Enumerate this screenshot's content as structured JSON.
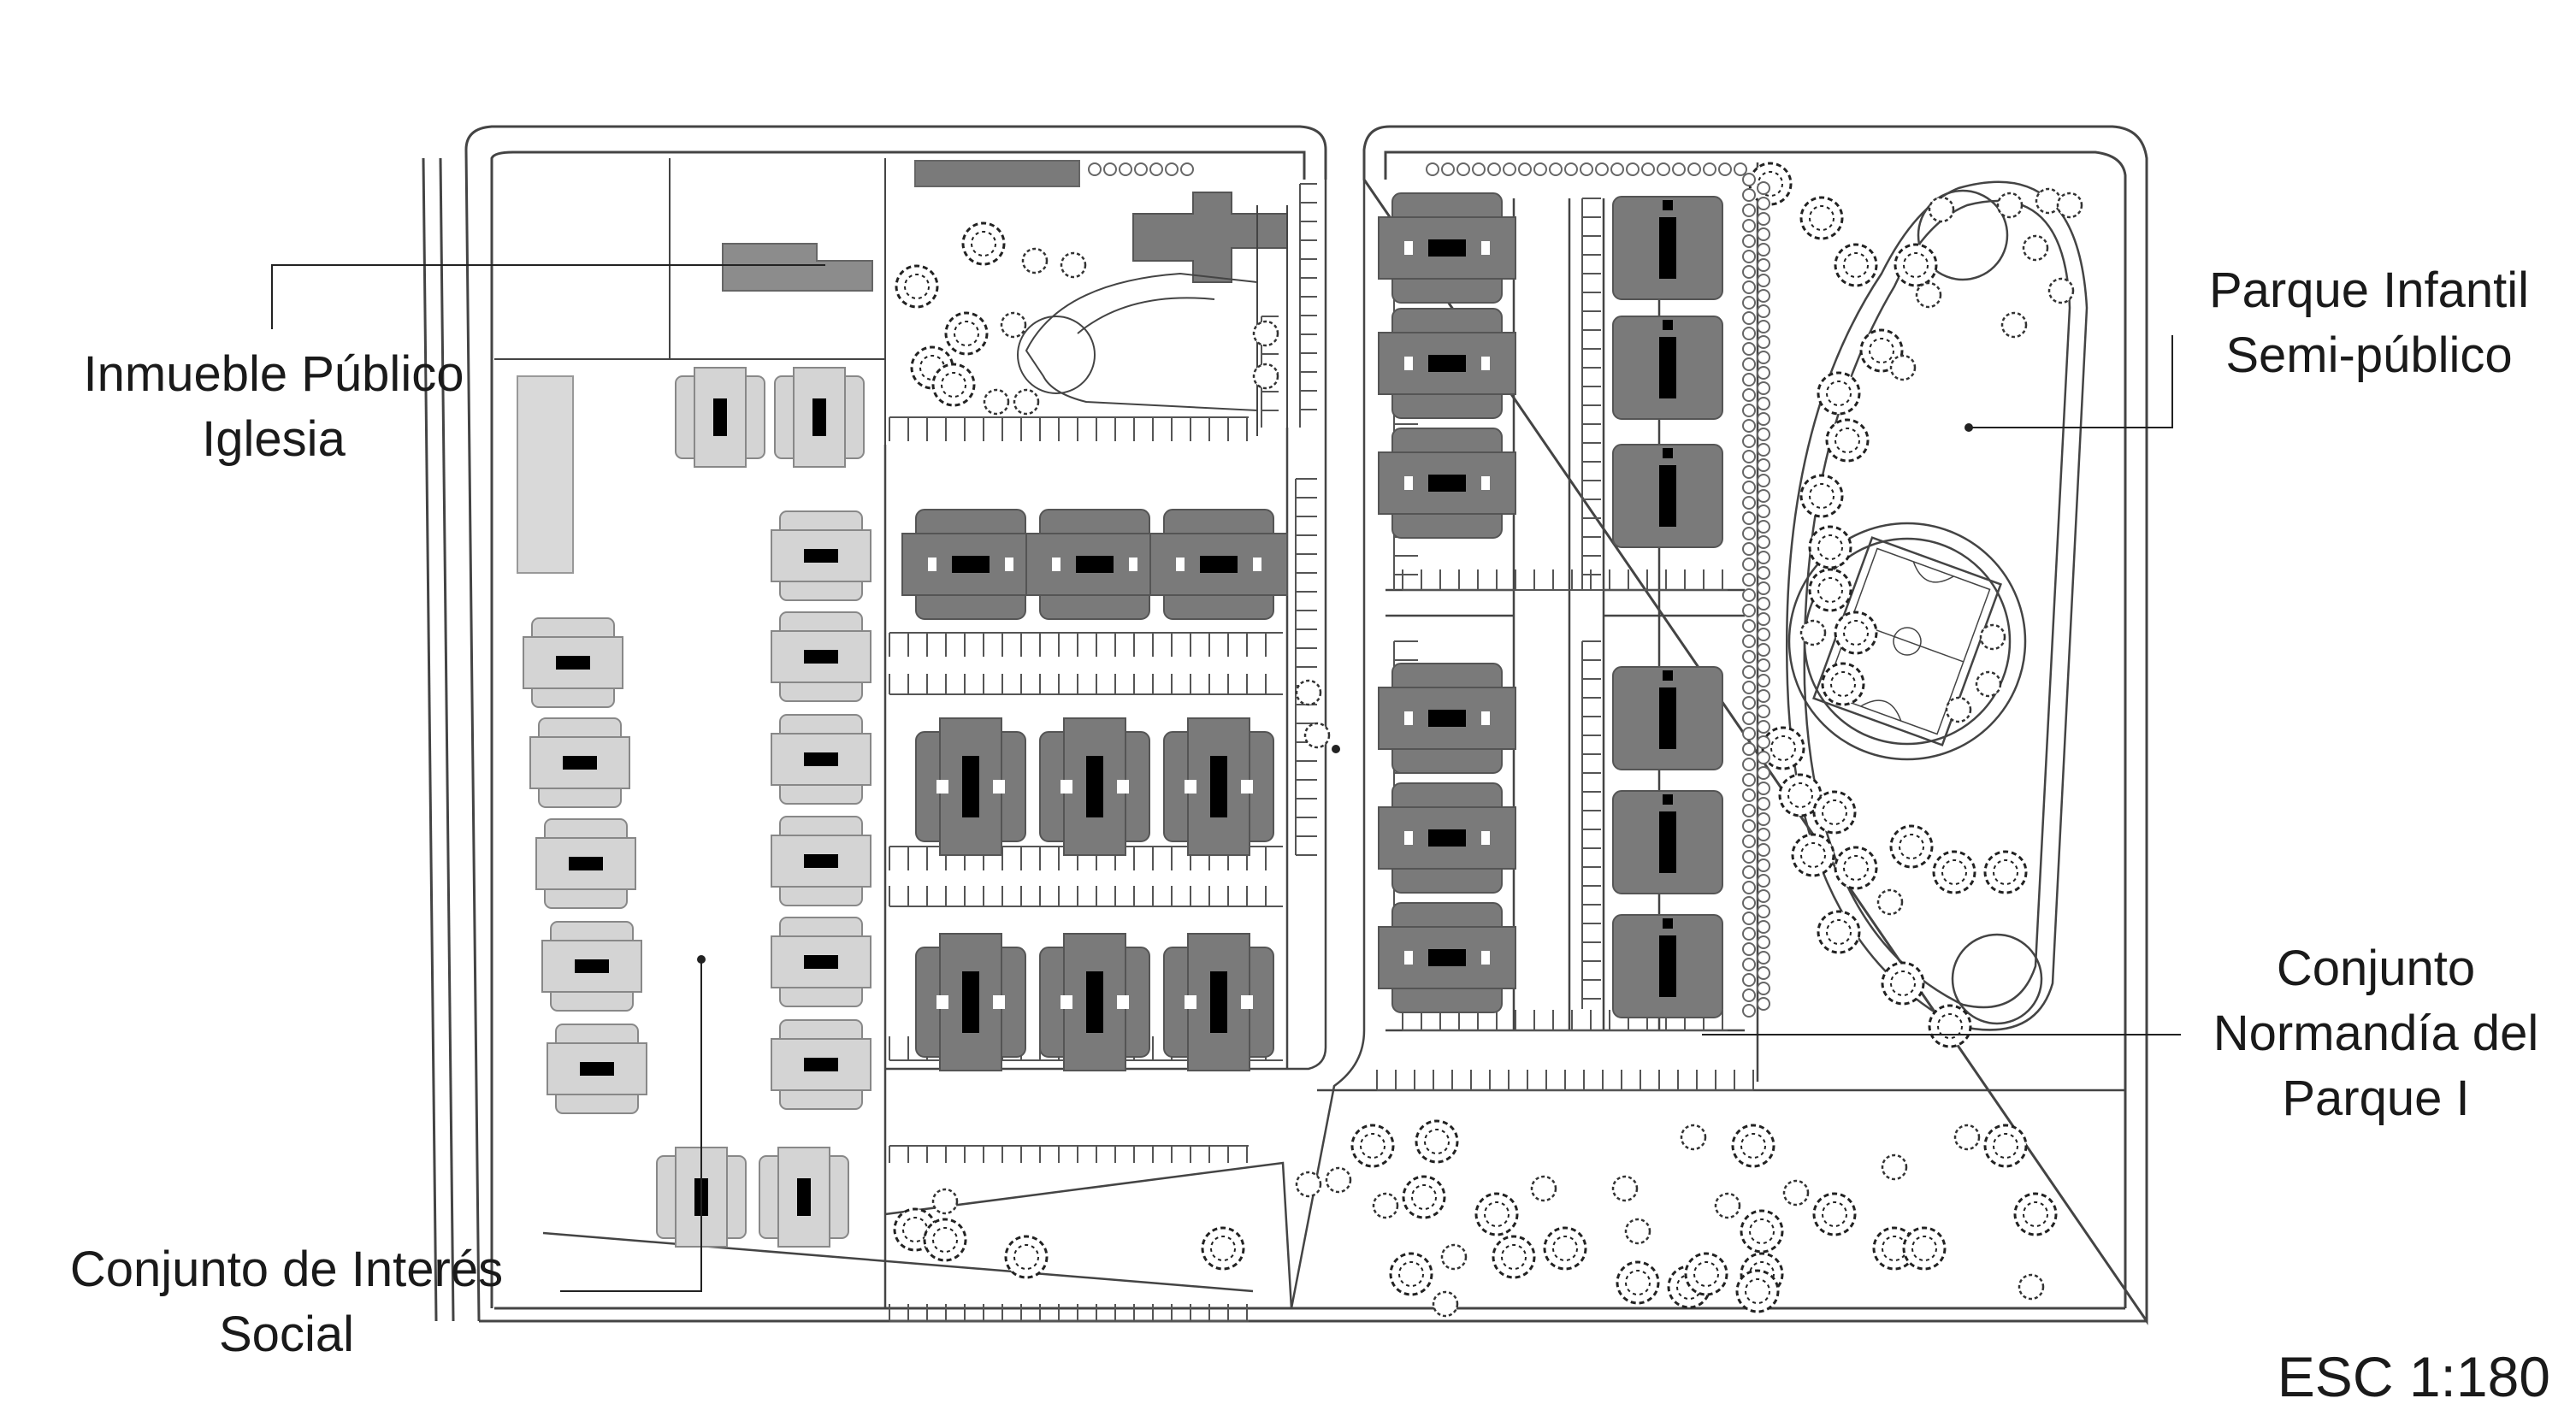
{
  "labels": {
    "iglesia": {
      "line1": "Inmueble Público",
      "line2": "Iglesia"
    },
    "parque": {
      "line1": "Parque Infantil",
      "line2": "Semi-público"
    },
    "normandia": {
      "line1": "Conjunto",
      "line2": "Normandía del",
      "line3": "Parque I"
    },
    "interes": {
      "line1": "Conjunto de Interés",
      "line2": "Social"
    }
  },
  "scale": "ESC 1:180",
  "colors": {
    "building_dark": "#7a7a7a",
    "building_light": "#d4d4d4",
    "line": "#444444",
    "window": "#000000"
  }
}
